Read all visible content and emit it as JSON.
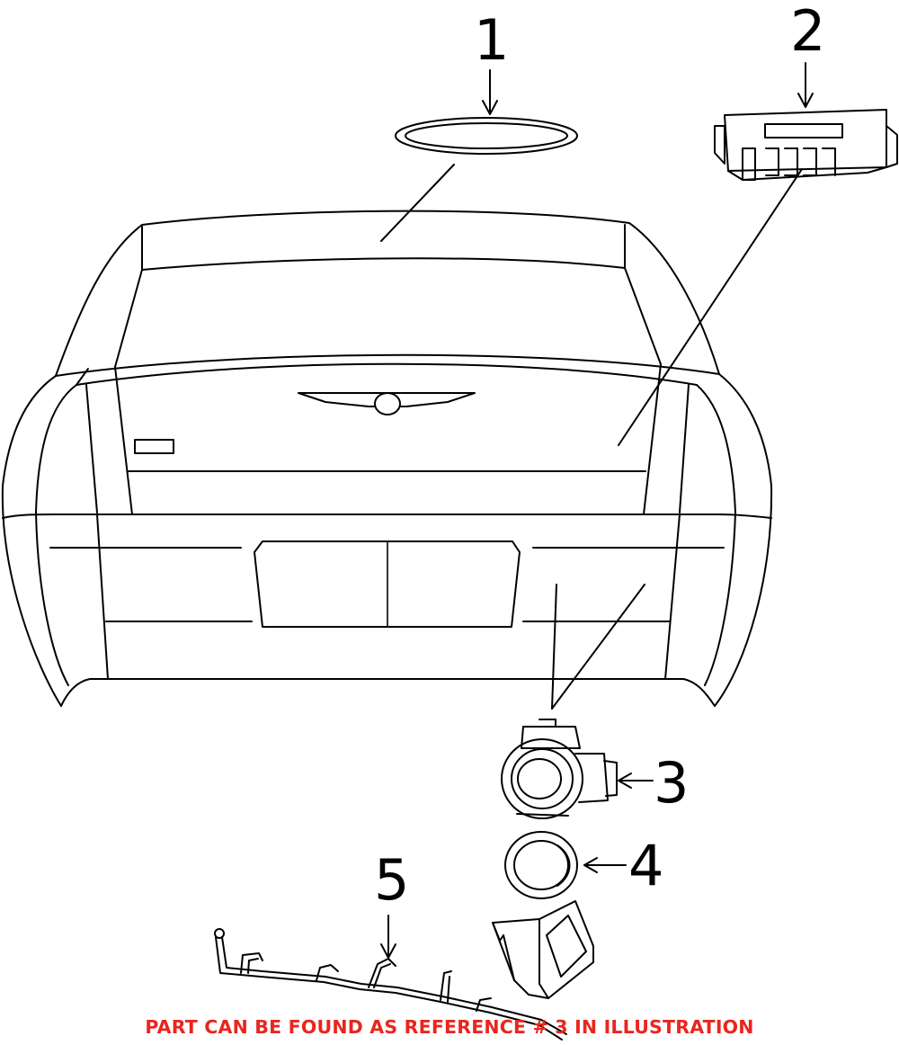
{
  "callouts": [
    {
      "id": "1",
      "label": "1"
    },
    {
      "id": "2",
      "label": "2"
    },
    {
      "id": "3",
      "label": "3"
    },
    {
      "id": "4",
      "label": "4"
    },
    {
      "id": "5",
      "label": "5"
    }
  ],
  "footer_note": "PART CAN BE FOUND AS REFERENCE # 3 IN ILLUSTRATION",
  "colors": {
    "line": "#000000",
    "note": "#e8261f",
    "background": "#ffffff"
  }
}
